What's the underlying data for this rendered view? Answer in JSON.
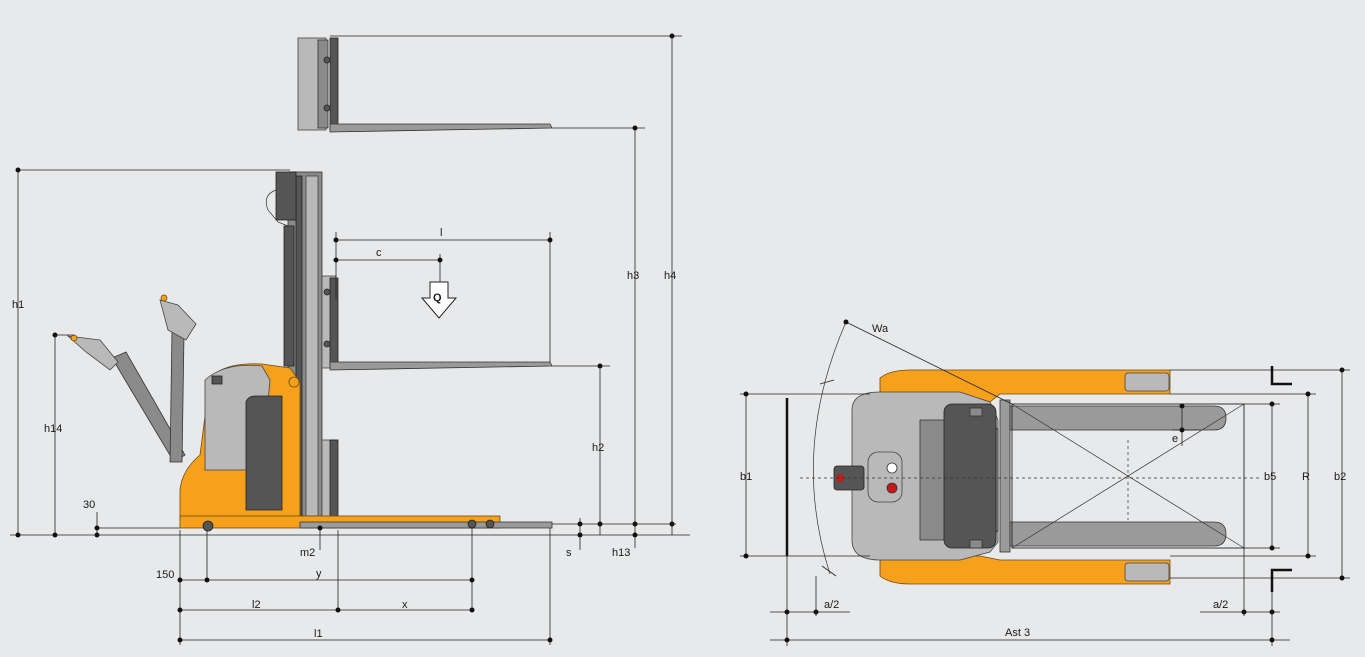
{
  "labels": {
    "h1": "h1",
    "h14": "h14",
    "dim_30": "30",
    "h2": "h2",
    "h3": "h3",
    "h4": "h4",
    "l": "l",
    "c": "c",
    "Q": "Q",
    "m2": "m2",
    "s": "s",
    "h13": "h13",
    "dim_150": "150",
    "y": "y",
    "l2": "l2",
    "x": "x",
    "l1": "l1",
    "Wa": "Wa",
    "e": "e",
    "b1": "b1",
    "b5": "b5",
    "R": "R",
    "b2": "b2",
    "a2_left": "a/2",
    "a2_right": "a/2",
    "ast3": "Ast 3"
  },
  "colors": {
    "background": "#e8e9ea",
    "truck_orange": "#f6a11b",
    "mast_grey": "#8a8a8a",
    "dimension_line": "#222222"
  }
}
